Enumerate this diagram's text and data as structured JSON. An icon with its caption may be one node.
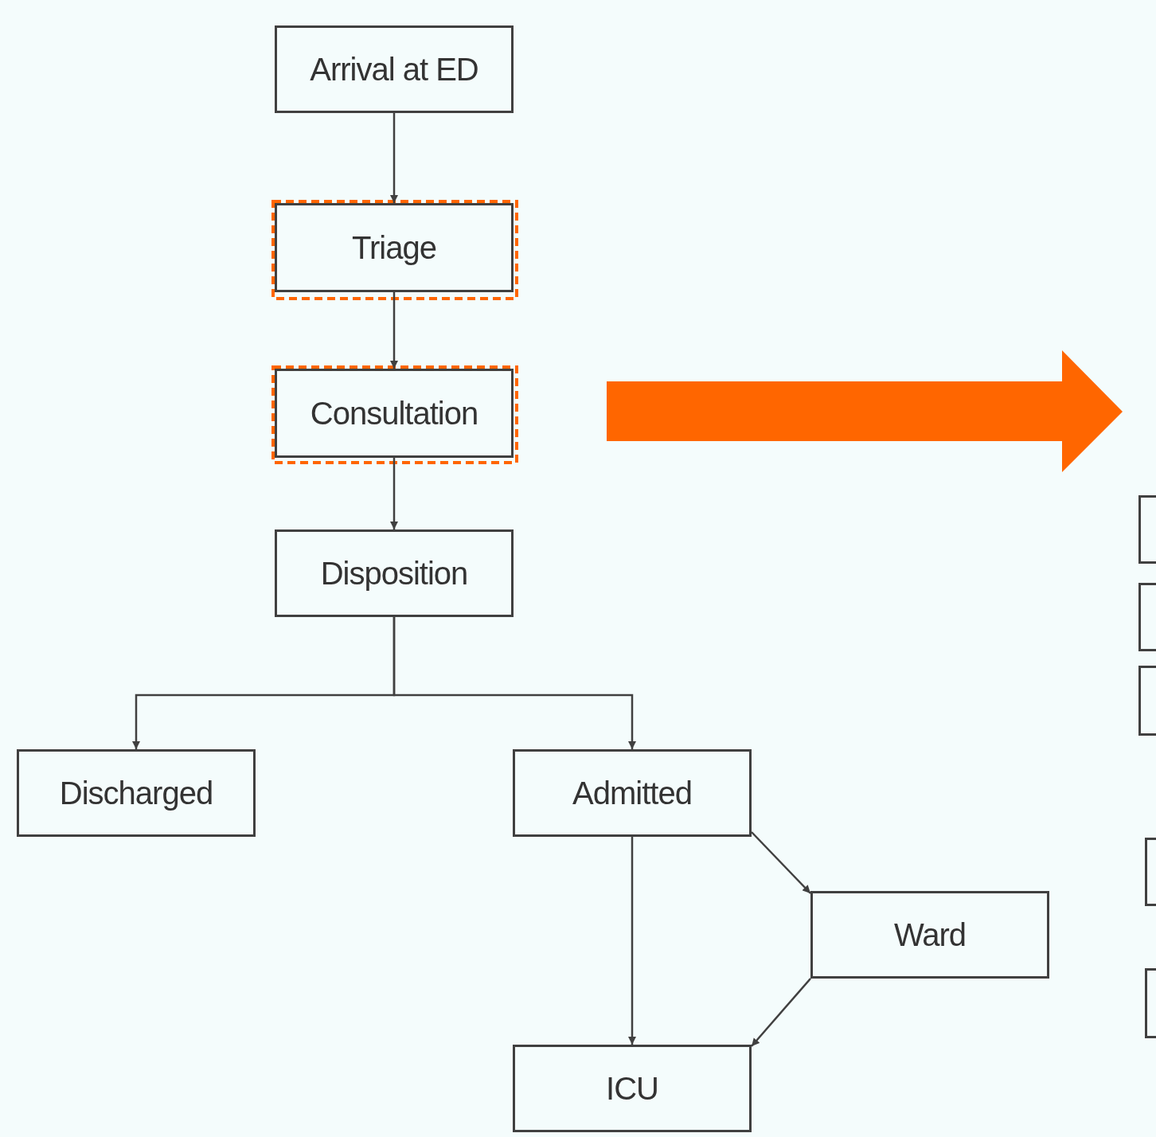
{
  "diagram": {
    "nodes": [
      {
        "text": [
          "Arrival at ED"
        ]
      },
      {
        "text": [
          "Triage"
        ]
      },
      {
        "text": [
          "Consultation"
        ]
      },
      {
        "text": [
          "Disposition"
        ]
      },
      {
        "text": [
          "Discharged"
        ]
      },
      {
        "text": [
          "Admitted"
        ]
      },
      {
        "text": [
          "Ward"
        ]
      },
      {
        "text": [
          "ICU"
        ]
      },
      {
        "text": [],
        "shape": "box"
      },
      {
        "text": [],
        "shape": "box"
      },
      {
        "text": [],
        "shape": "box"
      },
      {
        "text": [],
        "shape": "box"
      },
      {
        "text": [],
        "shape": "box"
      }
    ],
    "edges": [
      {
        "from": 0,
        "to": 1,
        "arrow": "to"
      },
      {
        "from": 1,
        "to": 2,
        "arrow": "to"
      },
      {
        "from": 2,
        "to": 3,
        "arrow": "to"
      },
      {
        "from": 3,
        "to": 4,
        "arrow": "to"
      },
      {
        "from": 3,
        "to": 5,
        "arrow": "to"
      },
      {
        "from": 5,
        "to": 6,
        "arrow": "to"
      },
      {
        "from": 5,
        "to": 7,
        "arrow": "to"
      },
      {
        "from": 6,
        "to": 7,
        "arrow": "to"
      }
    ]
  }
}
